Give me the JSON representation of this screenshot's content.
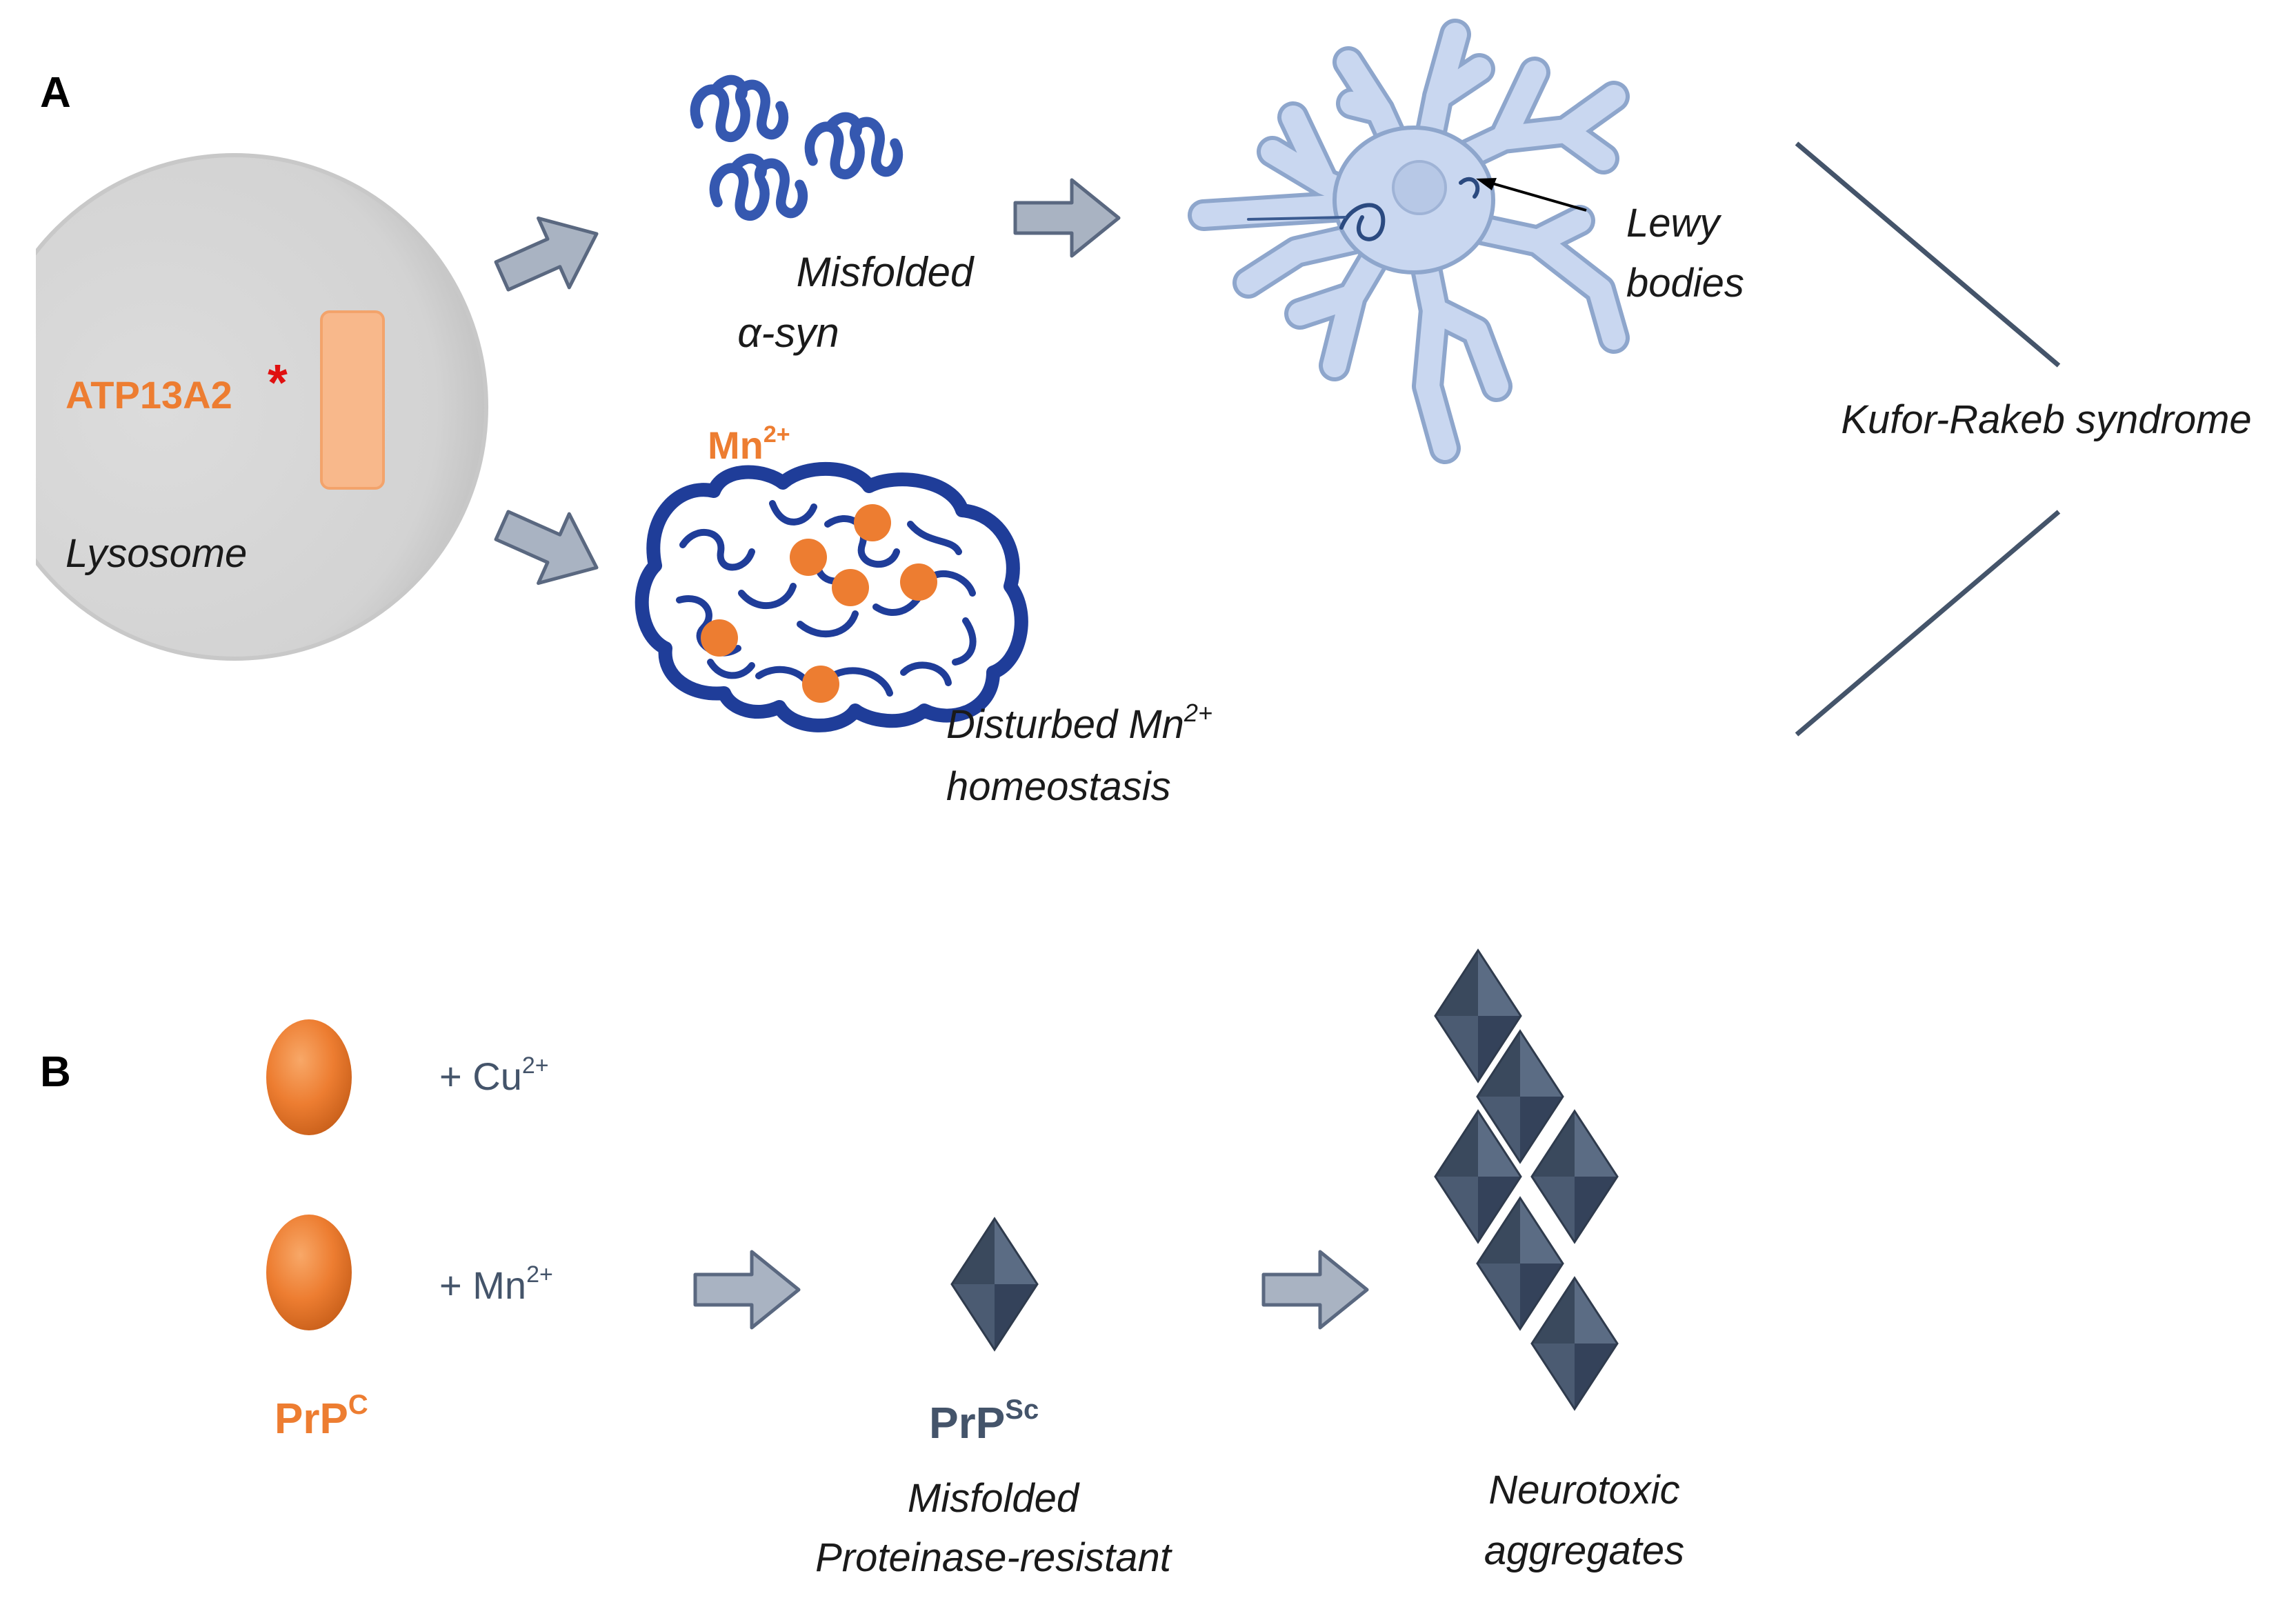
{
  "panel_a": {
    "label": "A",
    "gene": "ATP13A2",
    "mutation_mark": "*",
    "organelle": "Lysosome",
    "asyn_line1": "Misfolded",
    "asyn_line2": "α-syn",
    "lewy_line1": "Lewy",
    "lewy_line2": "bodies",
    "ion_base": "Mn",
    "ion_charge": "2+",
    "homeostasis_line1": "Disturbed Mn",
    "homeostasis_charge": "2+",
    "homeostasis_line2": "homeostasis",
    "syndrome": "Kufor-Rakeb syndrome"
  },
  "panel_b": {
    "label": "B",
    "cu_text": "+ Cu",
    "cu_charge": "2+",
    "mn_text": "+ Mn",
    "mn_charge": "2+",
    "prpc_base": "PrP",
    "prpc_sup": "C",
    "prpsc_base": "PrP",
    "prpsc_sup": "Sc",
    "prpsc_line1": "Misfolded",
    "prpsc_line2": "Proteinase-resistant",
    "aggregates_line1": "Neurotoxic",
    "aggregates_line2": "aggregates"
  },
  "colors": {
    "orange": "#ED7D31",
    "slate": "#44546A",
    "arrow_fill": "#A9B3C2",
    "arrow_stroke": "#5A6880",
    "lysosome": "#D9D9D9",
    "neuron": "#B4C7E7",
    "navy": "#1F3D99",
    "asterisk": "#E01010"
  }
}
